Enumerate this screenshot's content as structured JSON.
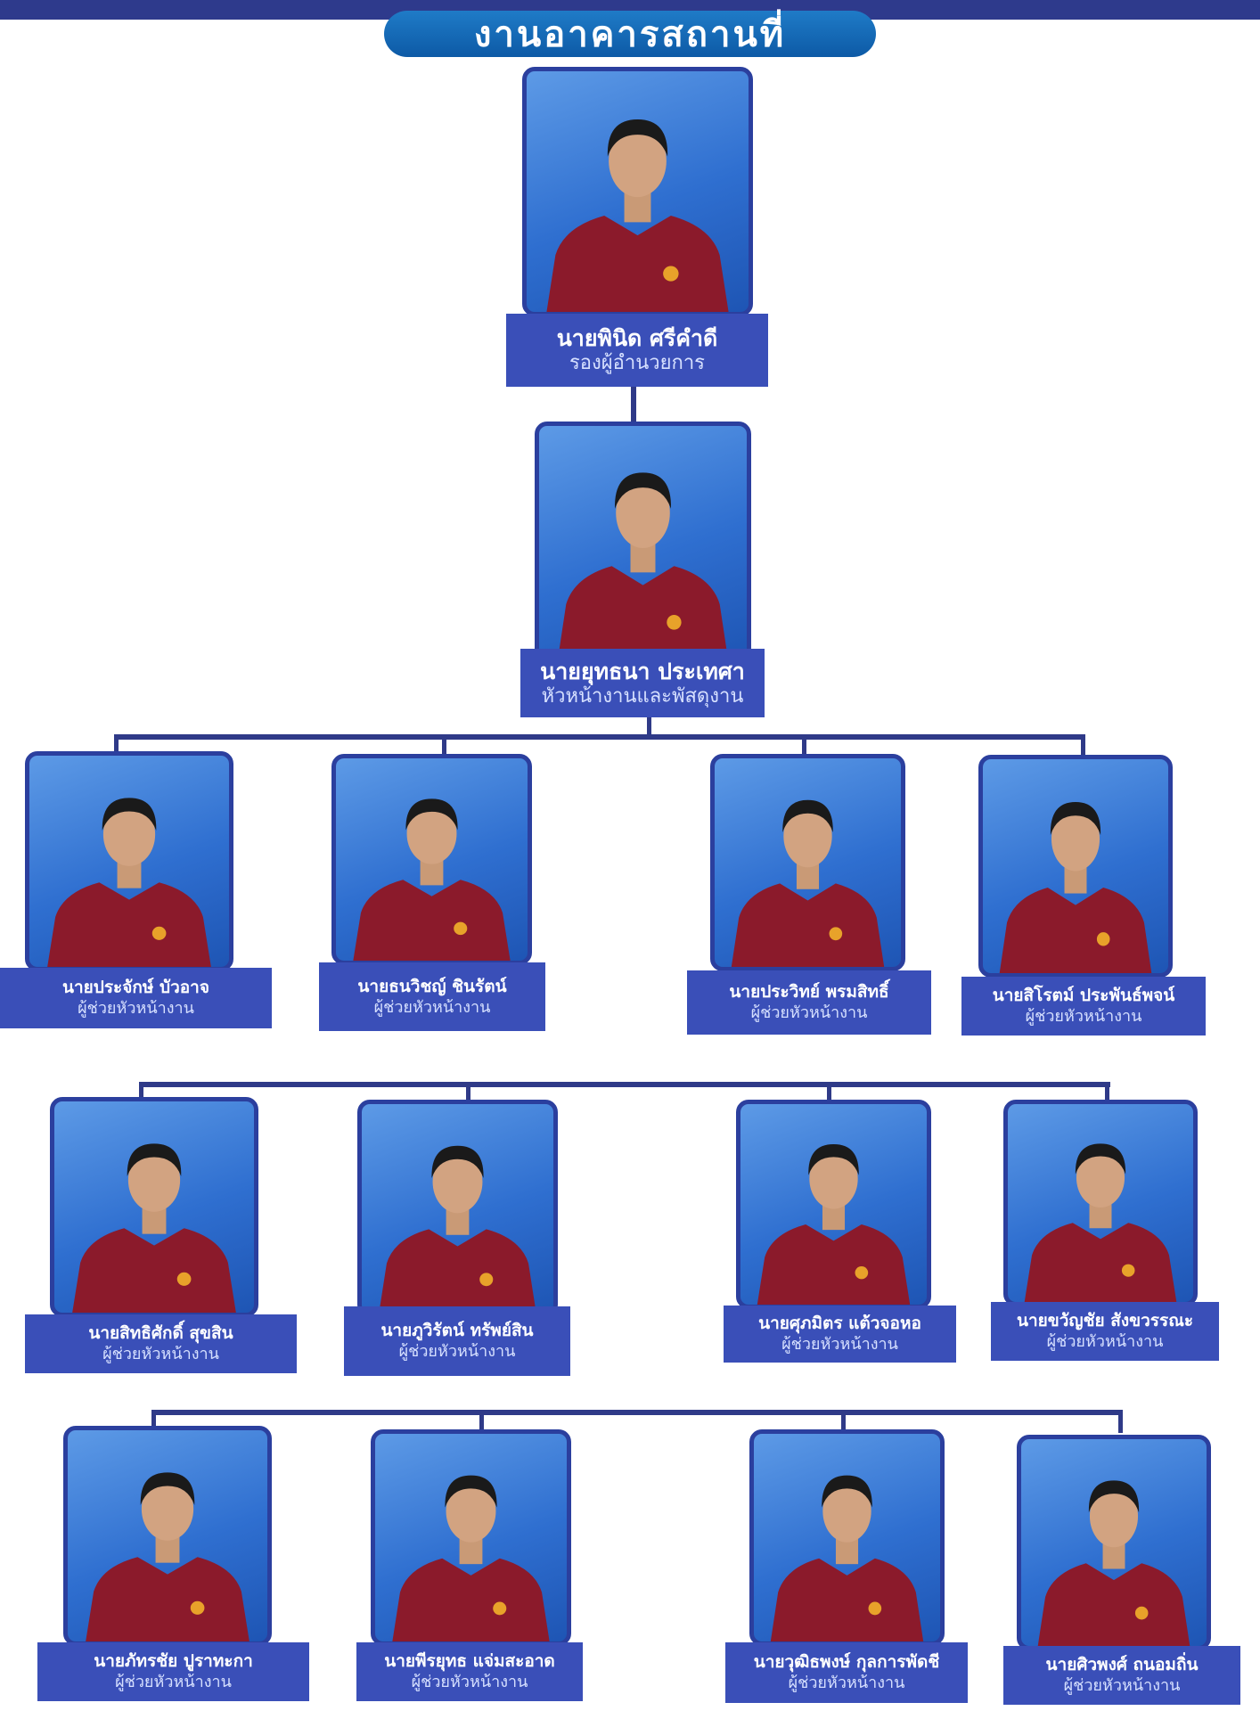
{
  "title": "งานอาคารสถานที่",
  "colors": {
    "header_bar": "#2e3a8c",
    "pill": "#1565b3",
    "plate": "#3a4fb8",
    "photo_bg": "#2f6fd0",
    "shirt": "#8b1a2b",
    "connector": "#2f3a88"
  },
  "director": {
    "name": "นายพินิด  ศรีคำดี",
    "position": "รองผู้อำนวยการ"
  },
  "head": {
    "name": "นายยุทธนา  ประเทศา",
    "position": "หัวหน้างานและพัสดุงาน"
  },
  "assistants": [
    {
      "name": "นายประจักษ์ บัวอาจ",
      "position": "ผู้ช่วยหัวหน้างาน"
    },
    {
      "name": "นายธนวิชญ์ ชินรัตน์",
      "position": "ผู้ช่วยหัวหน้างาน"
    },
    {
      "name": "นายประวิทย์  พรมสิทธิ์",
      "position": "ผู้ช่วยหัวหน้างาน"
    },
    {
      "name": "นายสิโรตม์  ประพันธ์พจน์",
      "position": "ผู้ช่วยหัวหน้างาน"
    },
    {
      "name": "นายสิทธิศักดิ์ สุขสิน",
      "position": "ผู้ช่วยหัวหน้างาน"
    },
    {
      "name": "นายภูวิรัตน์  ทรัพย์สิน",
      "position": "ผู้ช่วยหัวหน้างาน"
    },
    {
      "name": "นายศุภมิตร  แต้วจอหอ",
      "position": "ผู้ช่วยหัวหน้างาน"
    },
    {
      "name": "นายขวัญชัย  สังขวรรณะ",
      "position": "ผู้ช่วยหัวหน้างาน"
    },
    {
      "name": "นายภัทรชัย ปูราทะกา",
      "position": "ผู้ช่วยหัวหน้างาน"
    },
    {
      "name": "นายพีรยุทธ แจ่มสะอาด",
      "position": "ผู้ช่วยหัวหน้างาน"
    },
    {
      "name": "นายวุฒิธพงษ์ กุลการพัดชี",
      "position": "ผู้ช่วยหัวหน้างาน"
    },
    {
      "name": "นายศิวพงศ์  ถนอมถิ่น",
      "position": "ผู้ช่วยหัวหน้างาน"
    }
  ]
}
